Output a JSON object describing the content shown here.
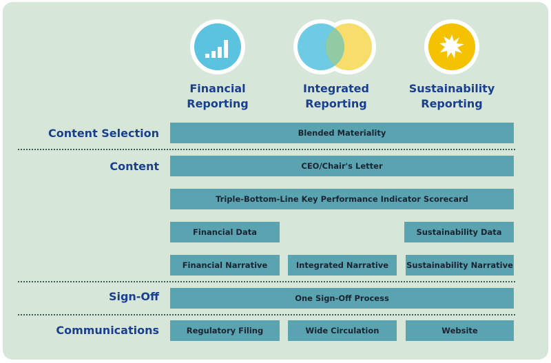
{
  "columns": [
    {
      "title_line1": "Financial",
      "title_line2": "Reporting",
      "icon": "bar-chart-icon",
      "color": "#5bc3e0"
    },
    {
      "title_line1": "Integrated",
      "title_line2": "Reporting",
      "icon": "venn-icon",
      "color": "#f5d85a"
    },
    {
      "title_line1": "Sustainability",
      "title_line2": "Reporting",
      "icon": "sun-icon",
      "color": "#f5c200"
    }
  ],
  "rows": {
    "content_selection": "Content Selection",
    "content": "Content",
    "sign_off": "Sign-Off",
    "communications": "Communications"
  },
  "bars": {
    "blended_materiality": "Blended Materiality",
    "ceo_letter": "CEO/Chair's Letter",
    "kpi_scorecard": "Triple-Bottom-Line Key Performance Indicator Scorecard",
    "financial_data": "Financial Data",
    "sustainability_data": "Sustainability Data",
    "financial_narrative": "Financial Narrative",
    "integrated_narrative": "Integrated Narrative",
    "sustainability_narrative": "Sustainability Narrative",
    "sign_off_process": "One Sign-Off Process",
    "regulatory_filing": "Regulatory Filing",
    "wide_circulation": "Wide Circulation",
    "website": "Website"
  },
  "colors": {
    "panel": "#d6e6d8",
    "bar": "#5aa4b1",
    "label": "#1a3f8f"
  }
}
